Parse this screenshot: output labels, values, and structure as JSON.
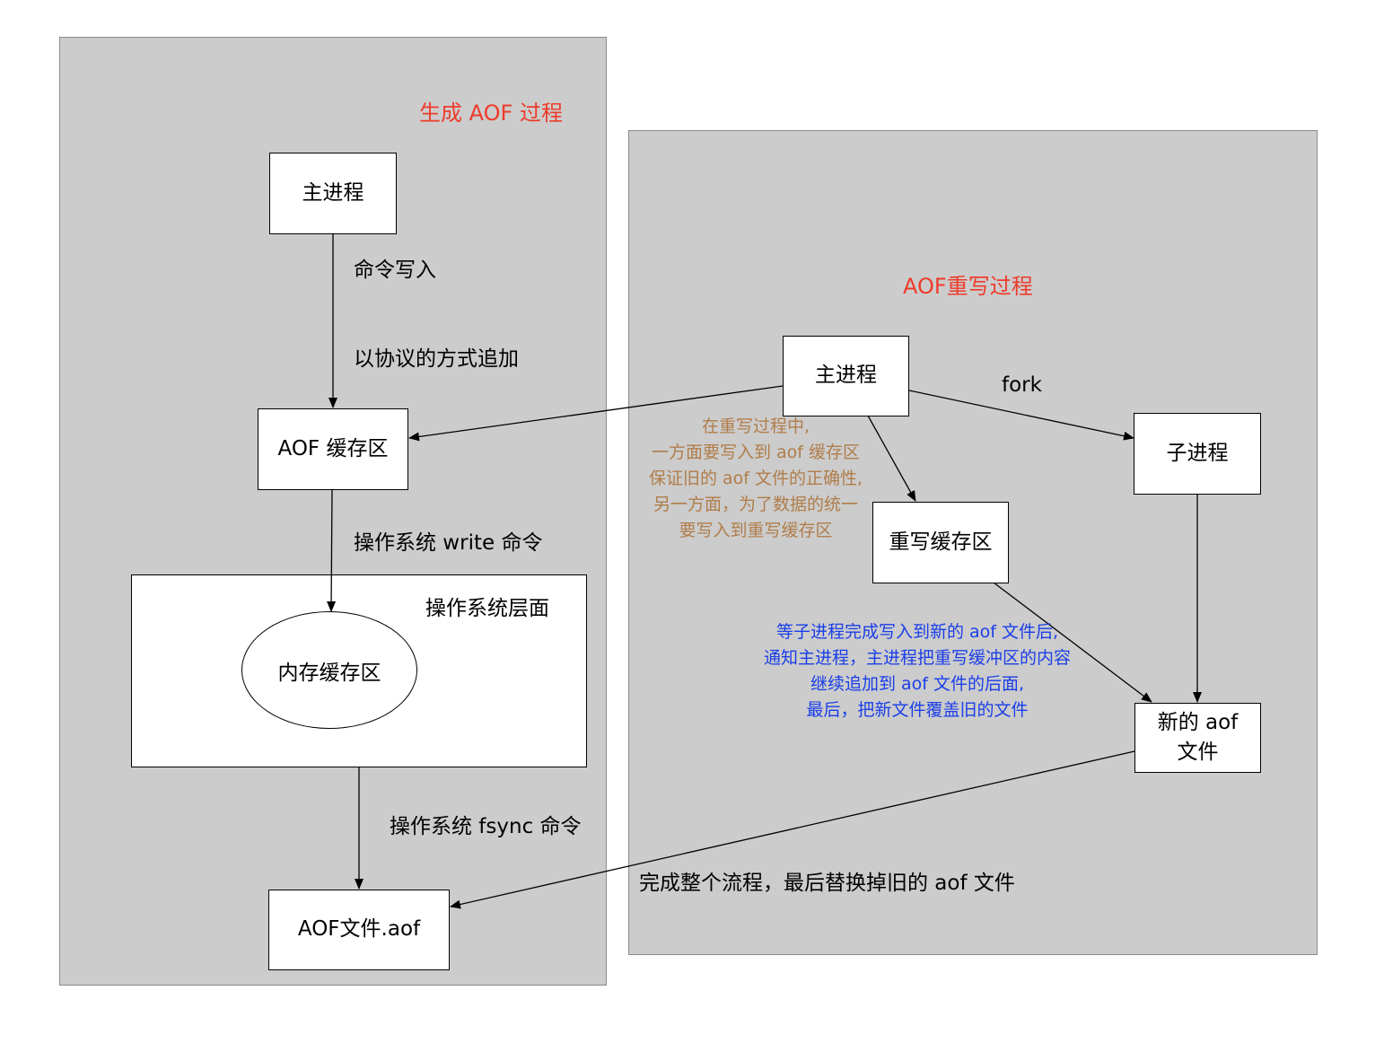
{
  "colors": {
    "panel_bg": "#cccccc",
    "title_red": "#ee3b2b",
    "note_brown": "#b07d4a",
    "note_blue": "#1a3ee8"
  },
  "left_panel": {
    "title": "生成 AOF 过程",
    "main_process": "主进程",
    "edge_write_cmd": "命令写入",
    "edge_append": "以协议的方式追加",
    "aof_buffer": "AOF 缓存区",
    "edge_os_write": "操作系统 write 命令",
    "os_layer": "操作系统层面",
    "memory_buffer": "内存缓存区",
    "edge_os_fsync": "操作系统 fsync 命令",
    "aof_file": "AOF文件.aof"
  },
  "right_panel": {
    "title": "AOF重写过程",
    "main_process": "主进程",
    "edge_fork": "fork",
    "child_process": "子进程",
    "rewrite_buffer": "重写缓存区",
    "new_aof_line1": "新的 aof",
    "new_aof_line2": "文件",
    "brown_note": [
      "在重写过程中,",
      "一方面要写入到 aof 缓存区",
      "保证旧的 aof 文件的正确性,",
      "另一方面，为了数据的统一",
      "要写入到重写缓存区"
    ],
    "blue_note": [
      "等子进程完成写入到新的 aof 文件后,",
      "通知主进程，主进程把重写缓冲区的内容",
      "继续追加到 aof 文件的后面,",
      "最后，把新文件覆盖旧的文件"
    ],
    "edge_replace": "完成整个流程，最后替换掉旧的 aof 文件"
  }
}
